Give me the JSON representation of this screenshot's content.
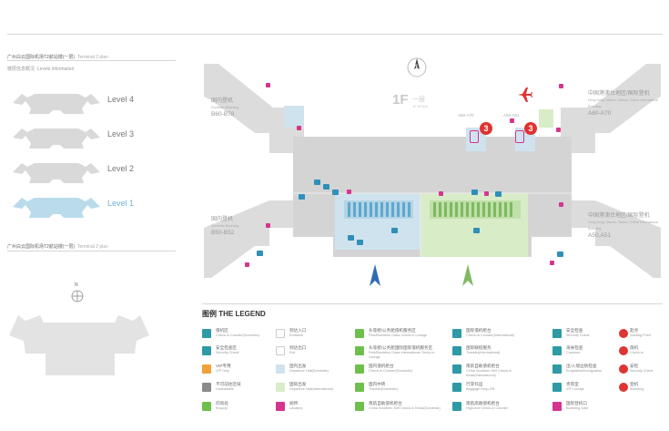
{
  "header_faint": "",
  "sidebar": {
    "title_cn": "广州白云国际机场T2航站楼(一层)",
    "title_en": "Terminal 2 plan",
    "levels_cn": "楼层信息概况",
    "levels_en": "Levels information",
    "levels": [
      {
        "label": "Level 4",
        "active": false
      },
      {
        "label": "Level 3",
        "active": false
      },
      {
        "label": "Level 2",
        "active": false
      },
      {
        "label": "Level 1",
        "active": true
      }
    ],
    "lower_title_cn": "广州白云国际机场T2航站楼(一层)",
    "lower_title_en": "Terminal 2 plan",
    "compass": "N"
  },
  "map": {
    "compass": "N",
    "floor_big": "1F",
    "floor_cn": "一层",
    "floor_en": "1F Arrival",
    "domestic_top": {
      "cn": "国内登机",
      "en": "Domestic Boarding",
      "code": "B60-B78"
    },
    "domestic_bottom": {
      "cn": "国内登机",
      "en": "Domestic Boarding",
      "code": "B50-B52"
    },
    "intl_top": {
      "cn": "中国港澳台地区/国际登机",
      "en": "Hong Kong, Macau, Taiwan, China/ International Boarding",
      "code": "A60-A70"
    },
    "intl_bottom": {
      "cn": "中国港澳台地区/国际登机",
      "en": "Hong Kong, Macau, Taiwan, China/ International Boarding",
      "code": "A50,A51"
    },
    "gate_a": "A60-A70",
    "gate_b": "A50-A51",
    "badge_1": "3",
    "badge_2": "3"
  },
  "legend": {
    "title": "图例  THE LEGEND",
    "items": [
      {
        "cn": "值机区",
        "en": "Check-in Counter(Domestic)",
        "color": "#2e9aa5"
      },
      {
        "cn": "安全检查区",
        "en": "Security Check",
        "color": "#2e9aa5"
      },
      {
        "cn": "VIP专用",
        "en": "VIP Only",
        "color": "#f0a23a"
      },
      {
        "cn": "不可前往区域",
        "en": "Unavailable",
        "color": "#8a8a8a"
      },
      {
        "cn": "问询处",
        "en": "Enquiry",
        "color": "#6fbf4c"
      },
      {
        "cn": "到达入口",
        "en": "Entrance",
        "color": "#ffffff"
      },
      {
        "cn": "到达出口",
        "en": "Exit",
        "color": "#ffffff"
      },
      {
        "cn": "国内出发",
        "en": "Departure Hall(Domestic)",
        "color": "#cfe3ee"
      },
      {
        "cn": "国际出发",
        "en": "Departure Hall(International)",
        "color": "#d8ecc8"
      },
      {
        "cn": "厕所",
        "en": "Lavatory",
        "color": "#d6348f"
      },
      {
        "cn": "头等舱/公务舱值机服务区",
        "en": "First/Business Class Check-in Lounge",
        "color": "#6fbf4c"
      },
      {
        "cn": "头等舱/公务舱国际国际值机服务区",
        "en": "First/Business Class International Check-in Lounge",
        "color": "#6fbf4c"
      },
      {
        "cn": "国内值机柜台",
        "en": "Check-in Counter(Domestic)",
        "color": "#6fbf4c"
      },
      {
        "cn": "国内中转",
        "en": "Transfer(Domestic)",
        "color": "#6fbf4c"
      },
      {
        "cn": "南航自助值机柜台",
        "en": "China Southern Self Check-in Kiosk(Domestic)",
        "color": "#6fbf4c"
      },
      {
        "cn": "国际值机柜台",
        "en": "Check-in Counter(International)",
        "color": "#2e9aa5"
      },
      {
        "cn": "国际联程服务",
        "en": "Transfer(International)",
        "color": "#2e9aa5"
      },
      {
        "cn": "南航自助值机柜台",
        "en": "China Southern Self Check-in Kiosk(International)",
        "color": "#2e9aa5"
      },
      {
        "cn": "行李托运",
        "en": "Baggage Drop-Off",
        "color": "#2e9aa5"
      },
      {
        "cn": "南航高端值机柜台",
        "en": "High-end Check-in Counter",
        "color": "#2e9aa5"
      },
      {
        "cn": "安全检查",
        "en": "Security Check",
        "color": "#2e9aa5"
      },
      {
        "cn": "海关检查",
        "en": "Customs",
        "color": "#2e9aa5"
      },
      {
        "cn": "出/入境边防检查",
        "en": "Emigration/Immigration",
        "color": "#2e9aa5"
      },
      {
        "cn": "贵宾室",
        "en": "VIP Lounge",
        "color": "#2e9aa5"
      },
      {
        "cn": "国际登机口",
        "en": "Boarding Gate",
        "color": "#d6348f"
      },
      {
        "cn": "起点",
        "en": "Starting Point",
        "color": "#e03333"
      },
      {
        "cn": "值机",
        "en": "Check-in",
        "color": "#e03333"
      },
      {
        "cn": "安检",
        "en": "Security Check",
        "color": "#e03333"
      },
      {
        "cn": "登机",
        "en": "Boarding",
        "color": "#e03333"
      }
    ]
  }
}
